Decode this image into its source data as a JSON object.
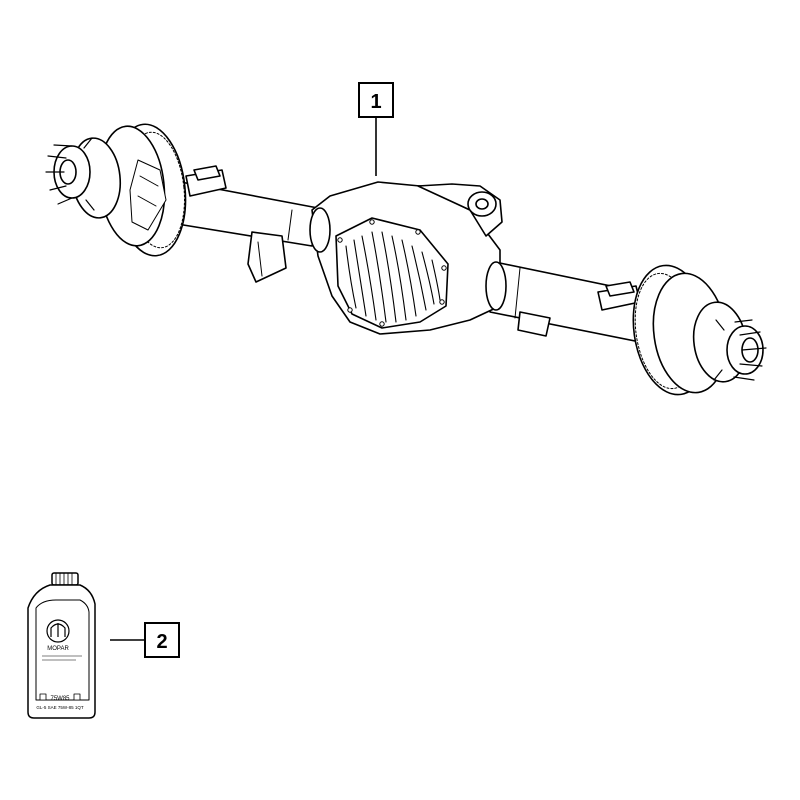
{
  "callouts": [
    {
      "id": "1",
      "label": "1",
      "part": "rear-axle-assembly"
    },
    {
      "id": "2",
      "label": "2",
      "part": "gear-oil-bottle"
    }
  ],
  "bottle": {
    "brand": "MOPAR",
    "label_line_1": "75W85",
    "label_line_2": "GL-5 SAE 75W-85 1QT"
  },
  "colors": {
    "line": "#000000",
    "fill": "#ffffff"
  }
}
